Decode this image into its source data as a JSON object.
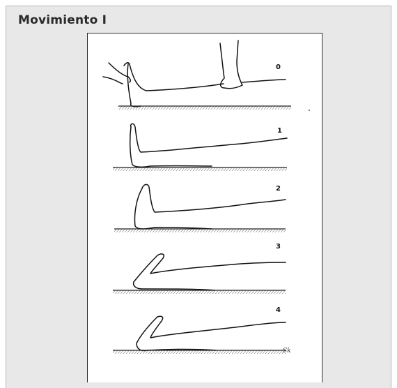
{
  "heading": "Movimiento I",
  "figure": {
    "steps": [
      "0",
      "1",
      "2",
      "3",
      "4"
    ],
    "signature": "Sk"
  }
}
